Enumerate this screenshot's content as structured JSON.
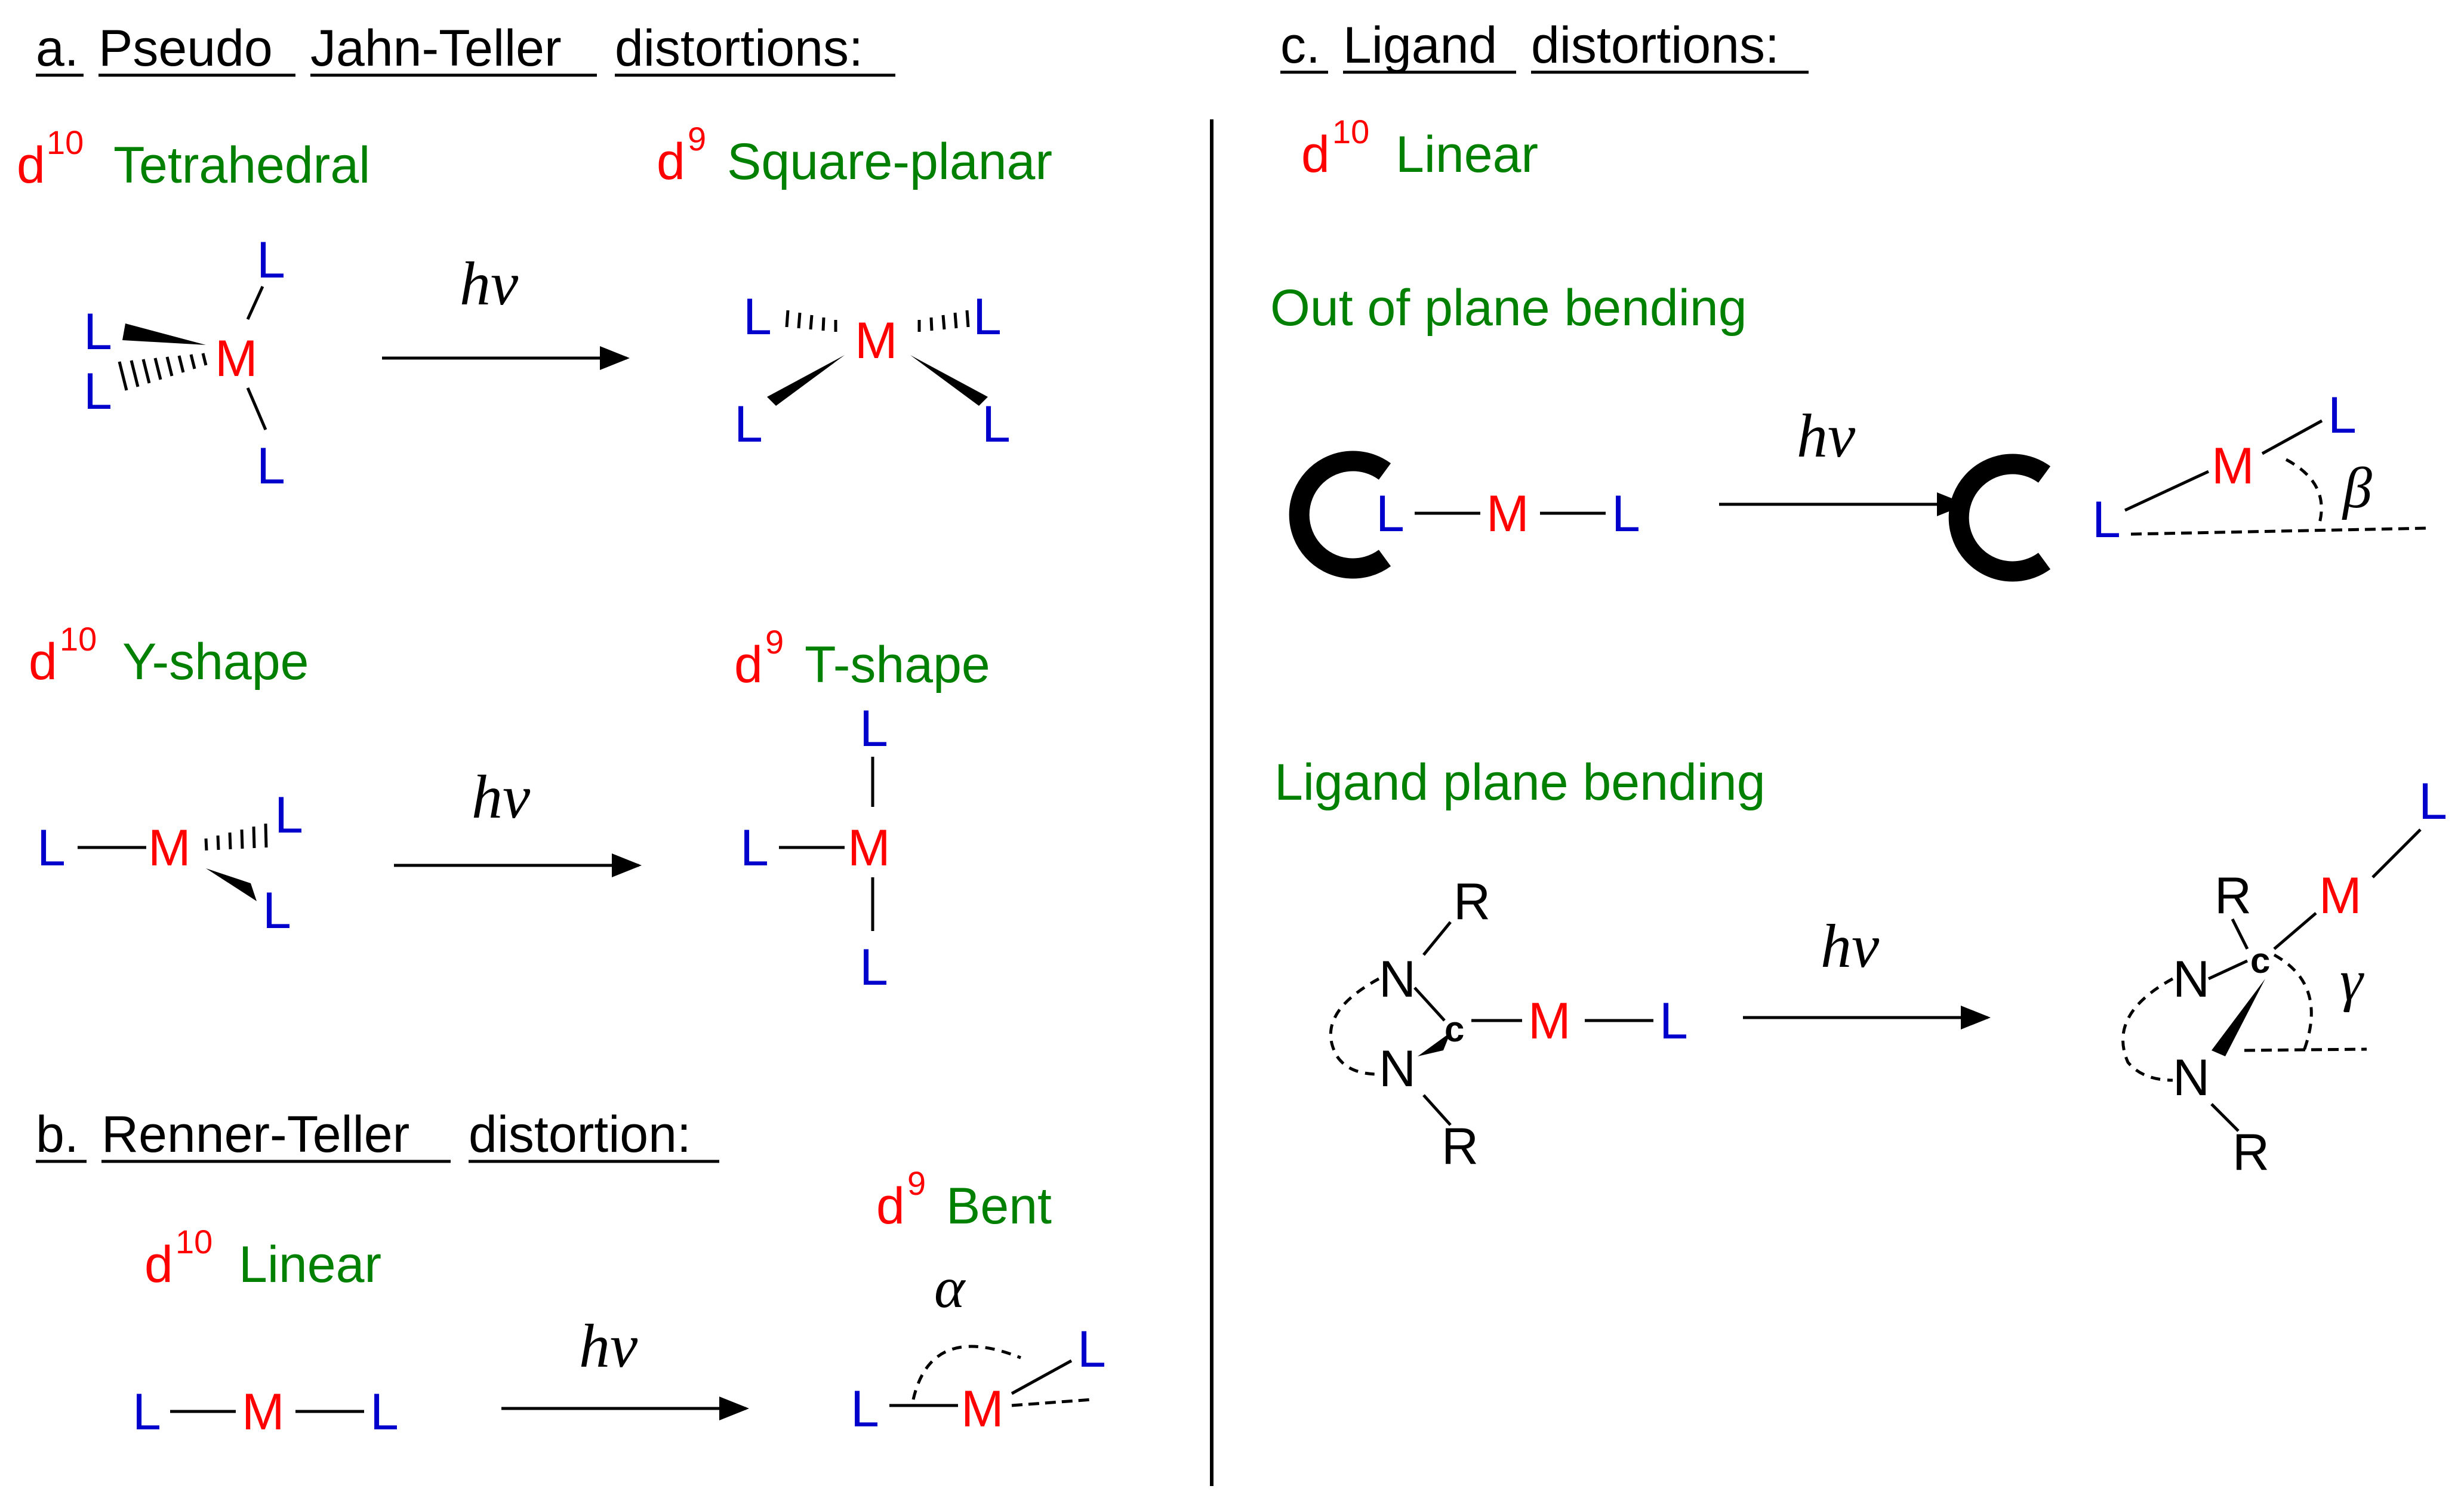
{
  "colors": {
    "heading": "#000000",
    "electron_count": "#ff0000",
    "geometry_label": "#008000",
    "ligand": "#0000cc",
    "metal": "#ff0000",
    "bond": "#000000"
  },
  "sections": {
    "a": {
      "heading_parts": [
        "a.",
        "Pseudo",
        "Jahn-Teller",
        "distortions:"
      ],
      "tetrahedral": {
        "d": "d",
        "n": "10",
        "geometry": "Tetrahedral"
      },
      "square_planar": {
        "d": "d",
        "n": "9",
        "geometry": "Square-planar"
      },
      "y_shape": {
        "d": "d",
        "n": "10",
        "geometry": "Y-shape"
      },
      "t_shape": {
        "d": "d",
        "n": "9",
        "geometry": "T-shape"
      }
    },
    "b": {
      "heading_parts": [
        "b.",
        "Renner-Teller",
        "distortion:"
      ],
      "linear": {
        "d": "d",
        "n": "10",
        "geometry": "Linear"
      },
      "bent": {
        "d": "d",
        "n": "9",
        "geometry": "Bent"
      },
      "angle": "α"
    },
    "c": {
      "heading_parts": [
        "c.",
        "Ligand",
        "distortions:"
      ],
      "linear": {
        "d": "d",
        "n": "10",
        "geometry": "Linear"
      },
      "out_of_plane": "Out of plane bending",
      "ligand_plane": "Ligand plane bending",
      "angle_beta": "β",
      "angle_gamma": "γ"
    }
  },
  "atoms": {
    "metal": "M",
    "ligand": "L",
    "nitrogen": "N",
    "carbon": "c",
    "substituent": "R"
  },
  "arrow_label": "hν"
}
